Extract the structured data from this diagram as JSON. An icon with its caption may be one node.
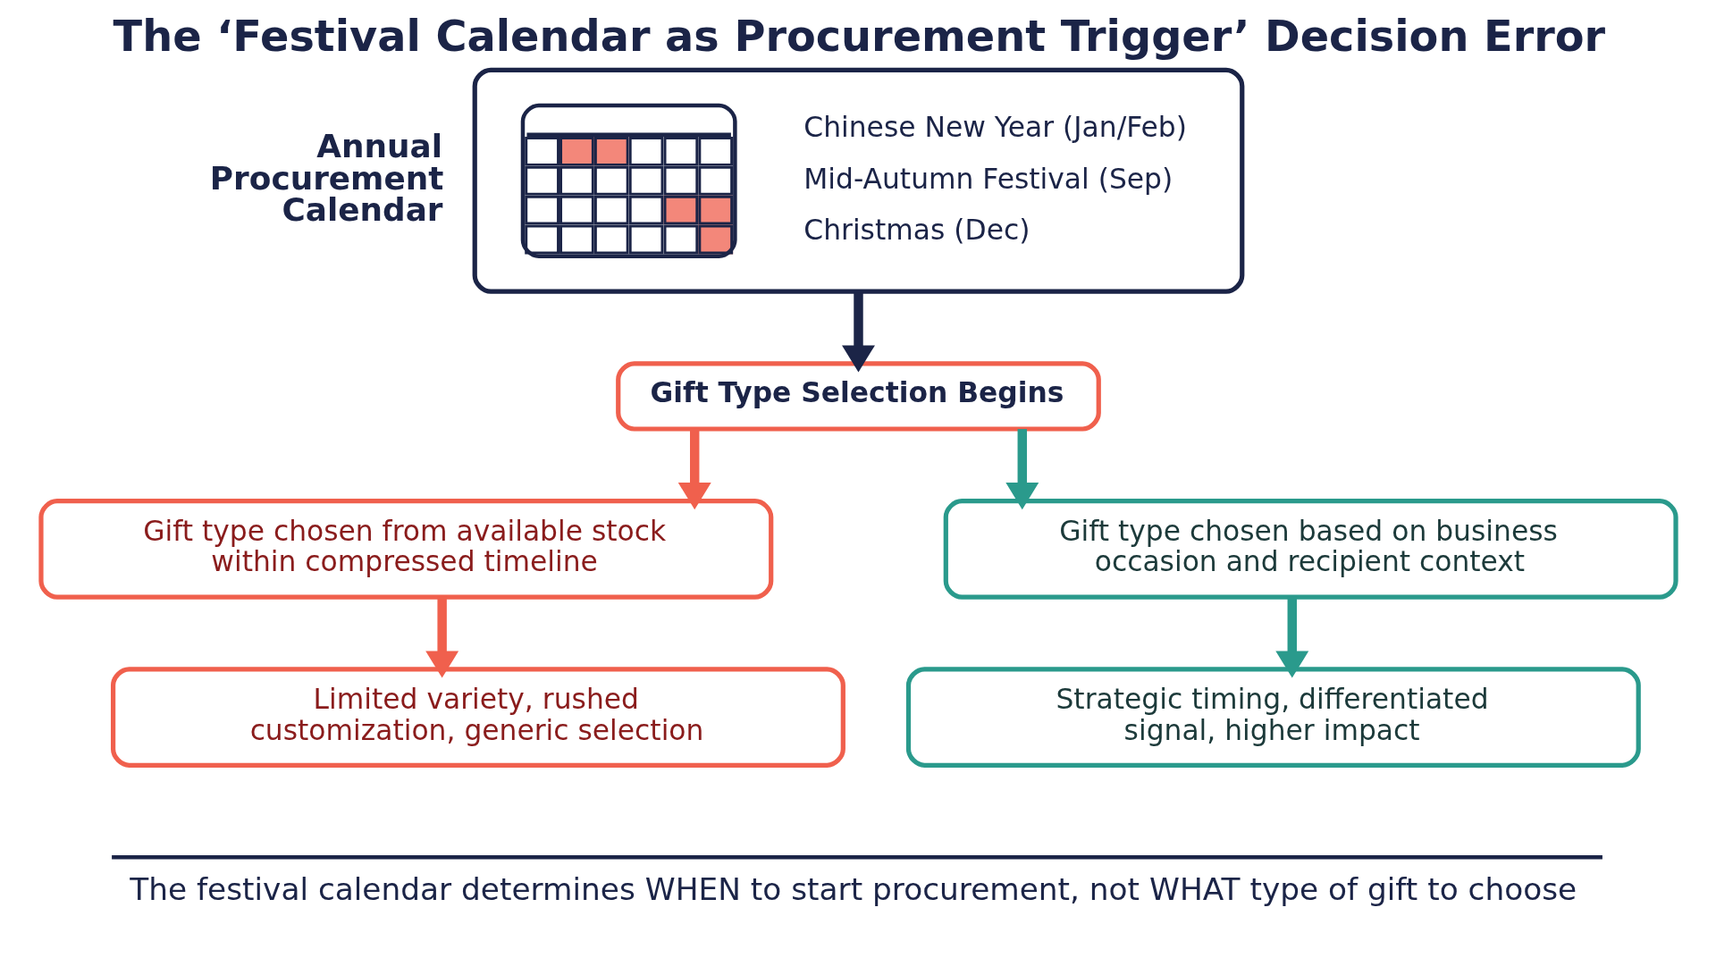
{
  "diagram": {
    "title": "The ‘Festival Calendar as Procurement Trigger’ Decision Error",
    "caption": "The festival calendar determines WHEN to start procurement, not WHAT type of gift to choose",
    "nodes": [
      {
        "text": [
          "Chinese New Year (Jan/Feb)",
          "Mid-Autumn Festival (Sep)",
          "Christmas (Dec)"
        ],
        "beside": [
          "Annual Procurement Calendar"
        ]
      },
      {
        "text": [
          "Gift Type Selection Begins"
        ]
      },
      {
        "text": [
          "Gift type chosen from available stock within compressed timeline"
        ]
      },
      {
        "text": [
          "Limited variety, rushed customization, generic selection"
        ]
      },
      {
        "text": [
          "Gift type chosen based on business occasion and recipient context"
        ]
      },
      {
        "text": [
          "Strategic timing, differentiated signal, higher impact"
        ]
      }
    ],
    "edges": [
      {
        "from": 0,
        "to": 1,
        "arrow": "to",
        "color": "#1b2447"
      },
      {
        "from": 1,
        "to": 2,
        "arrow": "to",
        "color": "#f0604d"
      },
      {
        "from": 1,
        "to": 4,
        "arrow": "to",
        "color": "#2a9a8c"
      },
      {
        "from": 2,
        "to": 3,
        "arrow": "to",
        "color": "#f0604d"
      },
      {
        "from": 4,
        "to": 5,
        "arrow": "to",
        "color": "#2a9a8c"
      }
    ]
  }
}
